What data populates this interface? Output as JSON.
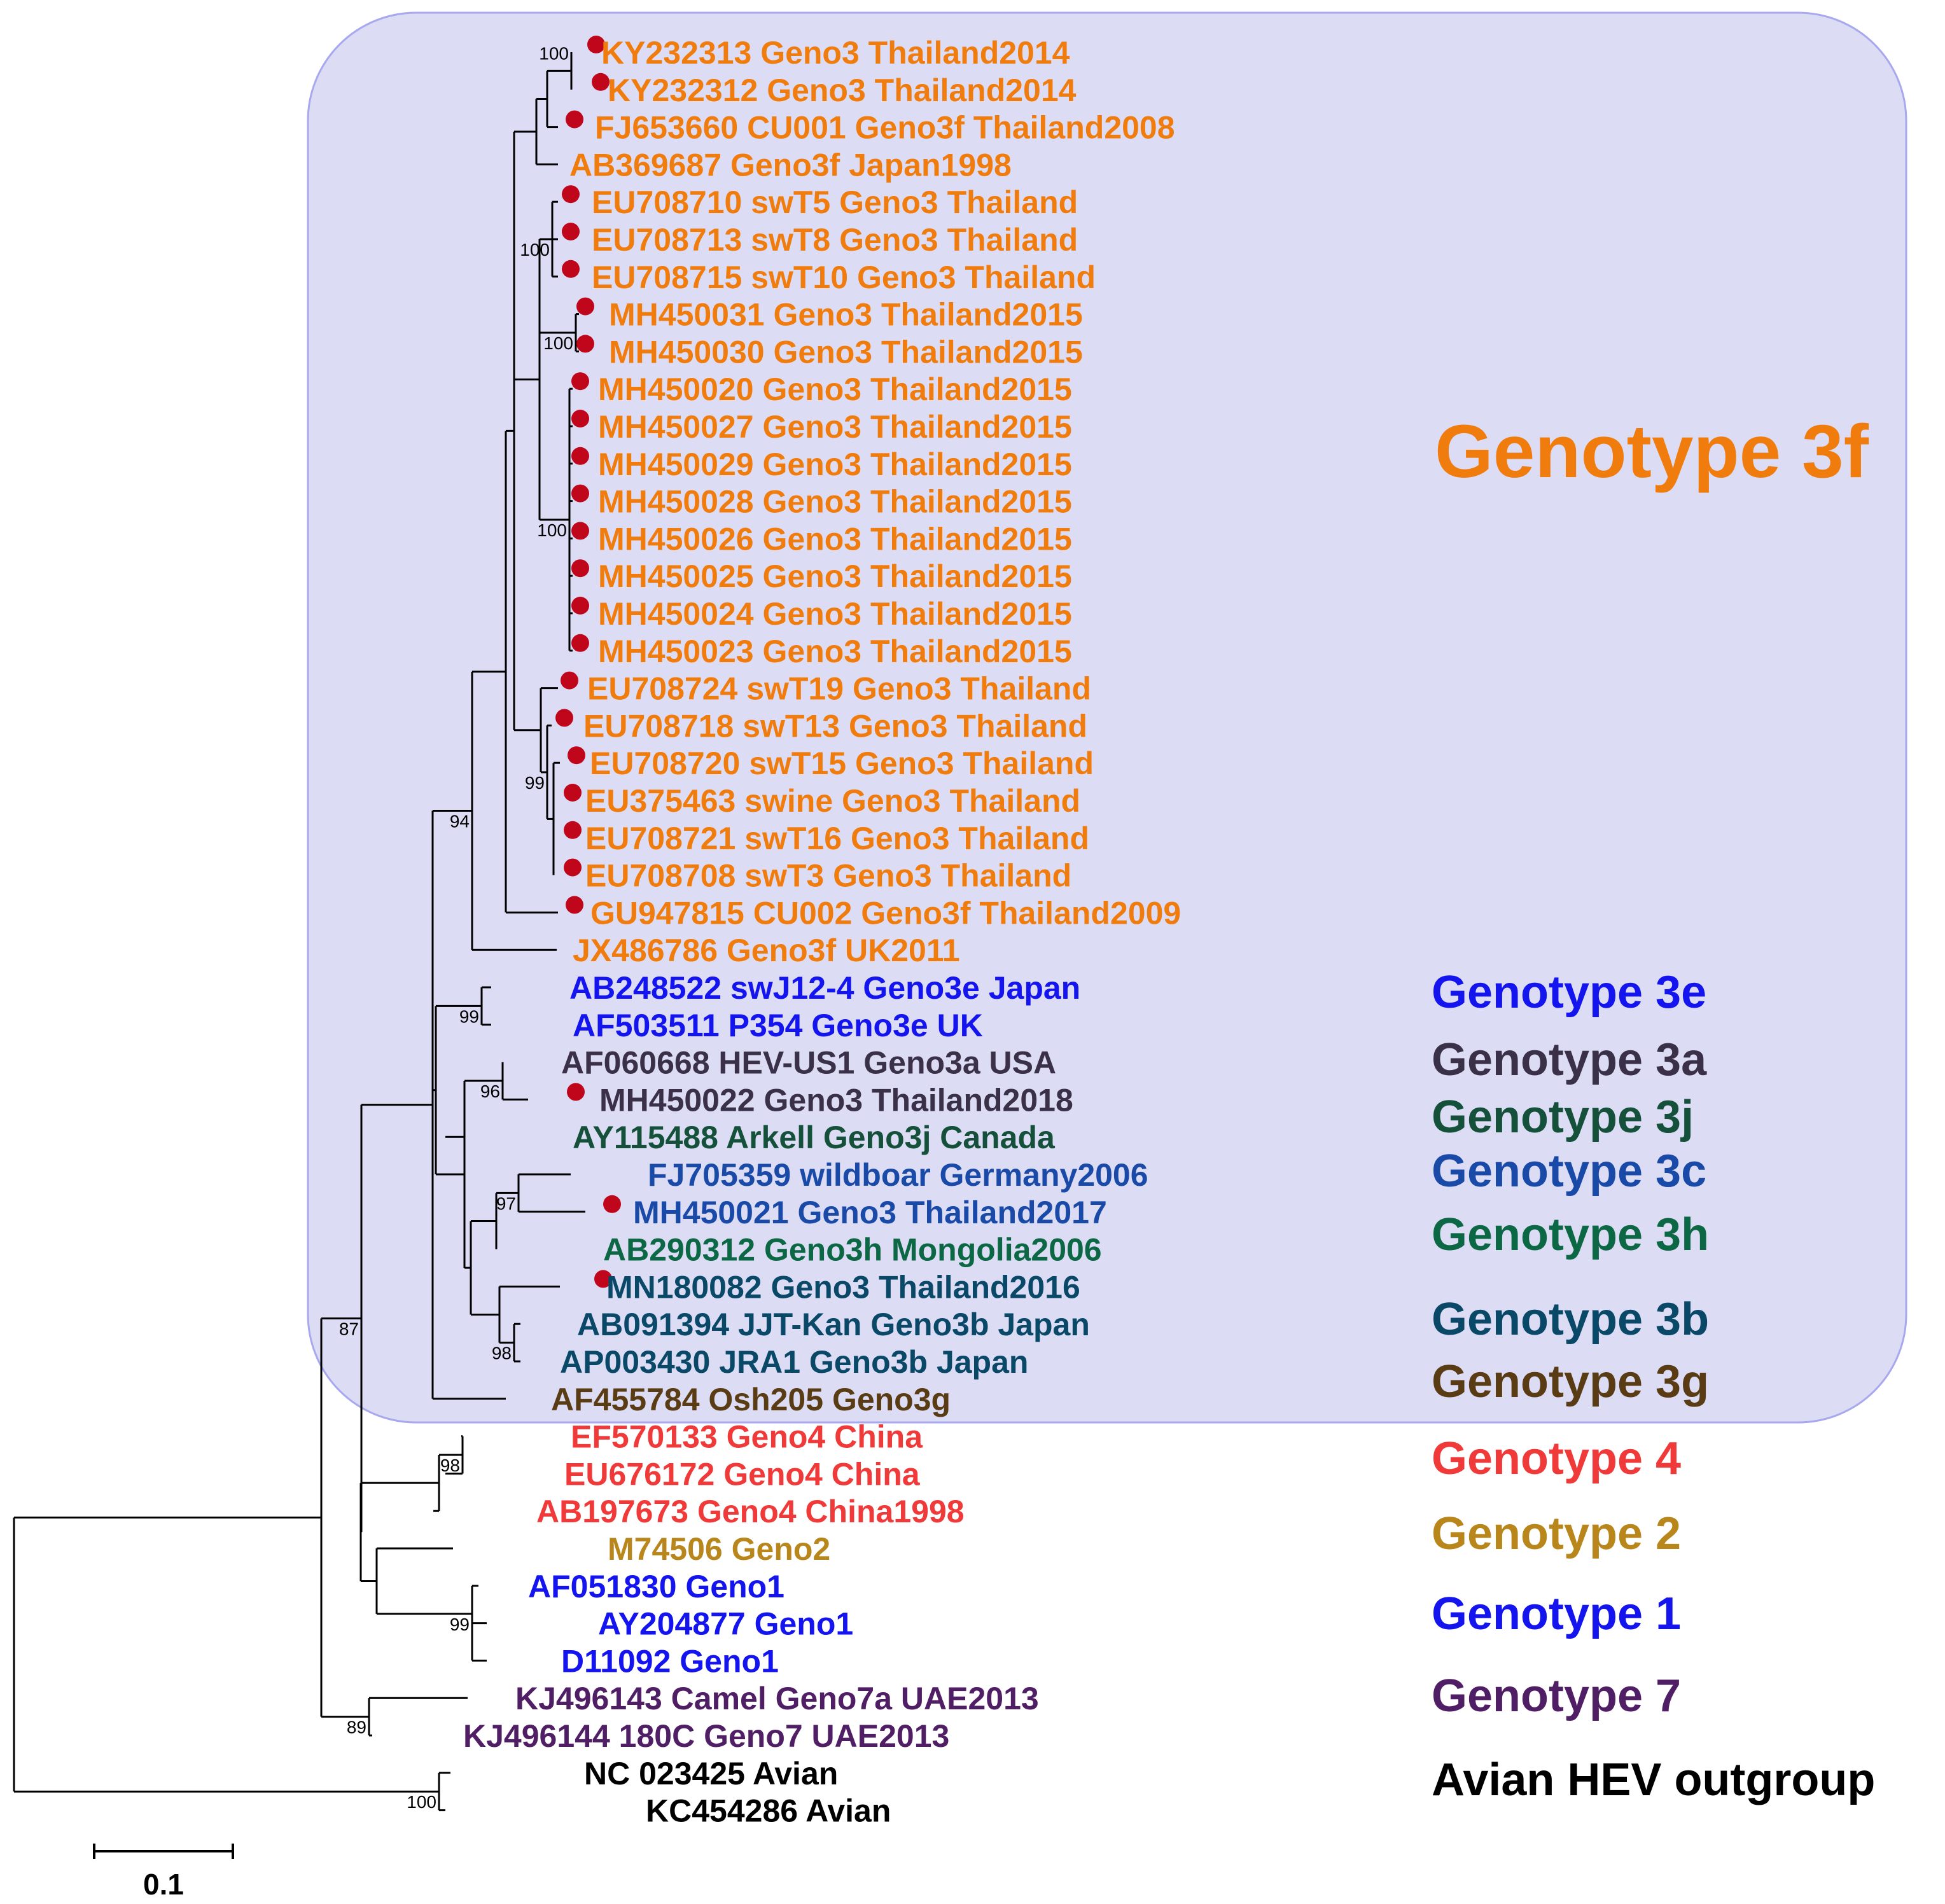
{
  "colors": {
    "clade_box_fill": "#dcdcf5",
    "clade_box_stroke": "#a8a8ee",
    "branch": "#000000",
    "thai_marker": "#c0061a",
    "geno3f": "#f07c0e",
    "geno3e": "#1414ee",
    "geno3a": "#3a3048",
    "geno3j": "#14503a",
    "geno3c": "#1a4aa8",
    "geno3h": "#0c6844",
    "geno3b": "#0a4868",
    "geno3g": "#5a3c14",
    "geno4": "#f03a3a",
    "geno2": "#b8861a",
    "geno1": "#1414ee",
    "geno7": "#501e64",
    "avian": "#000000"
  },
  "leaves": [
    {
      "label": "KY232313 Geno3 Thailand2014",
      "group": "geno3f",
      "thai": true
    },
    {
      "label": "KY232312 Geno3 Thailand2014",
      "group": "geno3f",
      "thai": true
    },
    {
      "label": "FJ653660 CU001 Geno3f Thailand2008",
      "group": "geno3f",
      "thai": true
    },
    {
      "label": "AB369687 Geno3f Japan1998",
      "group": "geno3f",
      "thai": false
    },
    {
      "label": "EU708710 swT5 Geno3 Thailand",
      "group": "geno3f",
      "thai": true
    },
    {
      "label": "EU708713 swT8 Geno3 Thailand",
      "group": "geno3f",
      "thai": true
    },
    {
      "label": "EU708715 swT10 Geno3 Thailand",
      "group": "geno3f",
      "thai": true
    },
    {
      "label": "MH450031 Geno3 Thailand2015",
      "group": "geno3f",
      "thai": true
    },
    {
      "label": "MH450030 Geno3 Thailand2015",
      "group": "geno3f",
      "thai": true
    },
    {
      "label": "MH450020 Geno3 Thailand2015",
      "group": "geno3f",
      "thai": true
    },
    {
      "label": "MH450027 Geno3 Thailand2015",
      "group": "geno3f",
      "thai": true
    },
    {
      "label": "MH450029 Geno3 Thailand2015",
      "group": "geno3f",
      "thai": true
    },
    {
      "label": "MH450028 Geno3 Thailand2015",
      "group": "geno3f",
      "thai": true
    },
    {
      "label": "MH450026 Geno3 Thailand2015",
      "group": "geno3f",
      "thai": true
    },
    {
      "label": "MH450025 Geno3 Thailand2015",
      "group": "geno3f",
      "thai": true
    },
    {
      "label": "MH450024 Geno3 Thailand2015",
      "group": "geno3f",
      "thai": true
    },
    {
      "label": "MH450023 Geno3 Thailand2015",
      "group": "geno3f",
      "thai": true
    },
    {
      "label": "EU708724 swT19 Geno3 Thailand",
      "group": "geno3f",
      "thai": true
    },
    {
      "label": "EU708718 swT13 Geno3 Thailand",
      "group": "geno3f",
      "thai": true
    },
    {
      "label": "EU708720 swT15 Geno3 Thailand",
      "group": "geno3f",
      "thai": true
    },
    {
      "label": "EU375463 swine Geno3 Thailand",
      "group": "geno3f",
      "thai": true
    },
    {
      "label": "EU708721 swT16 Geno3 Thailand",
      "group": "geno3f",
      "thai": true
    },
    {
      "label": "EU708708 swT3 Geno3 Thailand",
      "group": "geno3f",
      "thai": true
    },
    {
      "label": "GU947815 CU002 Geno3f Thailand2009",
      "group": "geno3f",
      "thai": true
    },
    {
      "label": "JX486786 Geno3f UK2011",
      "group": "geno3f",
      "thai": false
    },
    {
      "label": "AB248522 swJ12-4 Geno3e Japan",
      "group": "geno3e",
      "thai": false
    },
    {
      "label": "AF503511 P354 Geno3e UK",
      "group": "geno3e",
      "thai": false
    },
    {
      "label": "AF060668 HEV-US1 Geno3a USA",
      "group": "geno3a",
      "thai": false
    },
    {
      "label": "MH450022 Geno3 Thailand2018",
      "group": "geno3a",
      "thai": true
    },
    {
      "label": "AY115488 Arkell Geno3j Canada",
      "group": "geno3j",
      "thai": false
    },
    {
      "label": "FJ705359 wildboar Germany2006",
      "group": "geno3c",
      "thai": false
    },
    {
      "label": "MH450021 Geno3 Thailand2017",
      "group": "geno3c",
      "thai": true
    },
    {
      "label": "AB290312 Geno3h Mongolia2006",
      "group": "geno3h",
      "thai": false
    },
    {
      "label": "MN180082 Geno3 Thailand2016",
      "group": "geno3b",
      "thai": true
    },
    {
      "label": "AB091394 JJT-Kan Geno3b Japan",
      "group": "geno3b",
      "thai": false
    },
    {
      "label": "AP003430 JRA1 Geno3b Japan",
      "group": "geno3b",
      "thai": false
    },
    {
      "label": "AF455784 Osh205 Geno3g",
      "group": "geno3g",
      "thai": false
    },
    {
      "label": "EF570133 Geno4 China",
      "group": "geno4",
      "thai": false
    },
    {
      "label": "EU676172 Geno4 China",
      "group": "geno4",
      "thai": false
    },
    {
      "label": "AB197673 Geno4 China1998",
      "group": "geno4",
      "thai": false
    },
    {
      "label": "M74506 Geno2",
      "group": "geno2",
      "thai": false
    },
    {
      "label": "AF051830 Geno1",
      "group": "geno1",
      "thai": false
    },
    {
      "label": "AY204877 Geno1",
      "group": "geno1",
      "thai": false
    },
    {
      "label": "D11092 Geno1",
      "group": "geno1",
      "thai": false
    },
    {
      "label": "KJ496143 Camel Geno7a UAE2013",
      "group": "geno7",
      "thai": false
    },
    {
      "label": "KJ496144 180C Geno7 UAE2013",
      "group": "geno7",
      "thai": false
    },
    {
      "label": "NC 023425 Avian",
      "group": "avian",
      "thai": false
    },
    {
      "label": "KC454286 Avian",
      "group": "avian",
      "thai": false
    }
  ],
  "bootstrap": [
    "100",
    "100",
    "100",
    "100",
    "94",
    "99",
    "99",
    "96",
    "97",
    "98",
    "87",
    "98",
    "99",
    "89",
    "100"
  ],
  "genotype_labels": [
    {
      "text": "Genotype 3f",
      "group": "geno3f"
    },
    {
      "text": "Genotype 3e",
      "group": "geno3e"
    },
    {
      "text": "Genotype 3a",
      "group": "geno3a"
    },
    {
      "text": "Genotype 3j",
      "group": "geno3j"
    },
    {
      "text": "Genotype 3c",
      "group": "geno3c"
    },
    {
      "text": "Genotype 3h",
      "group": "geno3h"
    },
    {
      "text": "Genotype 3b",
      "group": "geno3b"
    },
    {
      "text": "Genotype 3g",
      "group": "geno3g"
    },
    {
      "text": "Genotype 4",
      "group": "geno4"
    },
    {
      "text": "Genotype 2",
      "group": "geno2"
    },
    {
      "text": "Genotype 1",
      "group": "geno1"
    },
    {
      "text": "Genotype 7",
      "group": "geno7"
    },
    {
      "text": "Avian HEV outgroup",
      "group": "avian"
    }
  ],
  "scale_bar": {
    "label": "0.1"
  }
}
